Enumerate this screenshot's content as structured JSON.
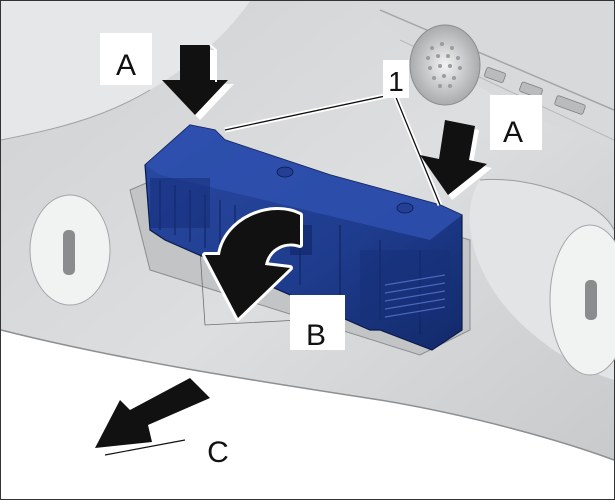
{
  "labels": {
    "a_left": "A",
    "a_right": "A",
    "callout_1": "1",
    "b": "B",
    "c": "C"
  },
  "colors": {
    "module_blue": "#1e3b8c",
    "module_dark": "#0f2260",
    "background_grey": "#d2d4d6",
    "arrow": "#111111"
  },
  "icons": {
    "press_down_arrow": "arrow-down-icon",
    "rotate_arrow": "curved-arrow-icon",
    "pull_out_arrow": "arrow-diagonal-icon"
  }
}
